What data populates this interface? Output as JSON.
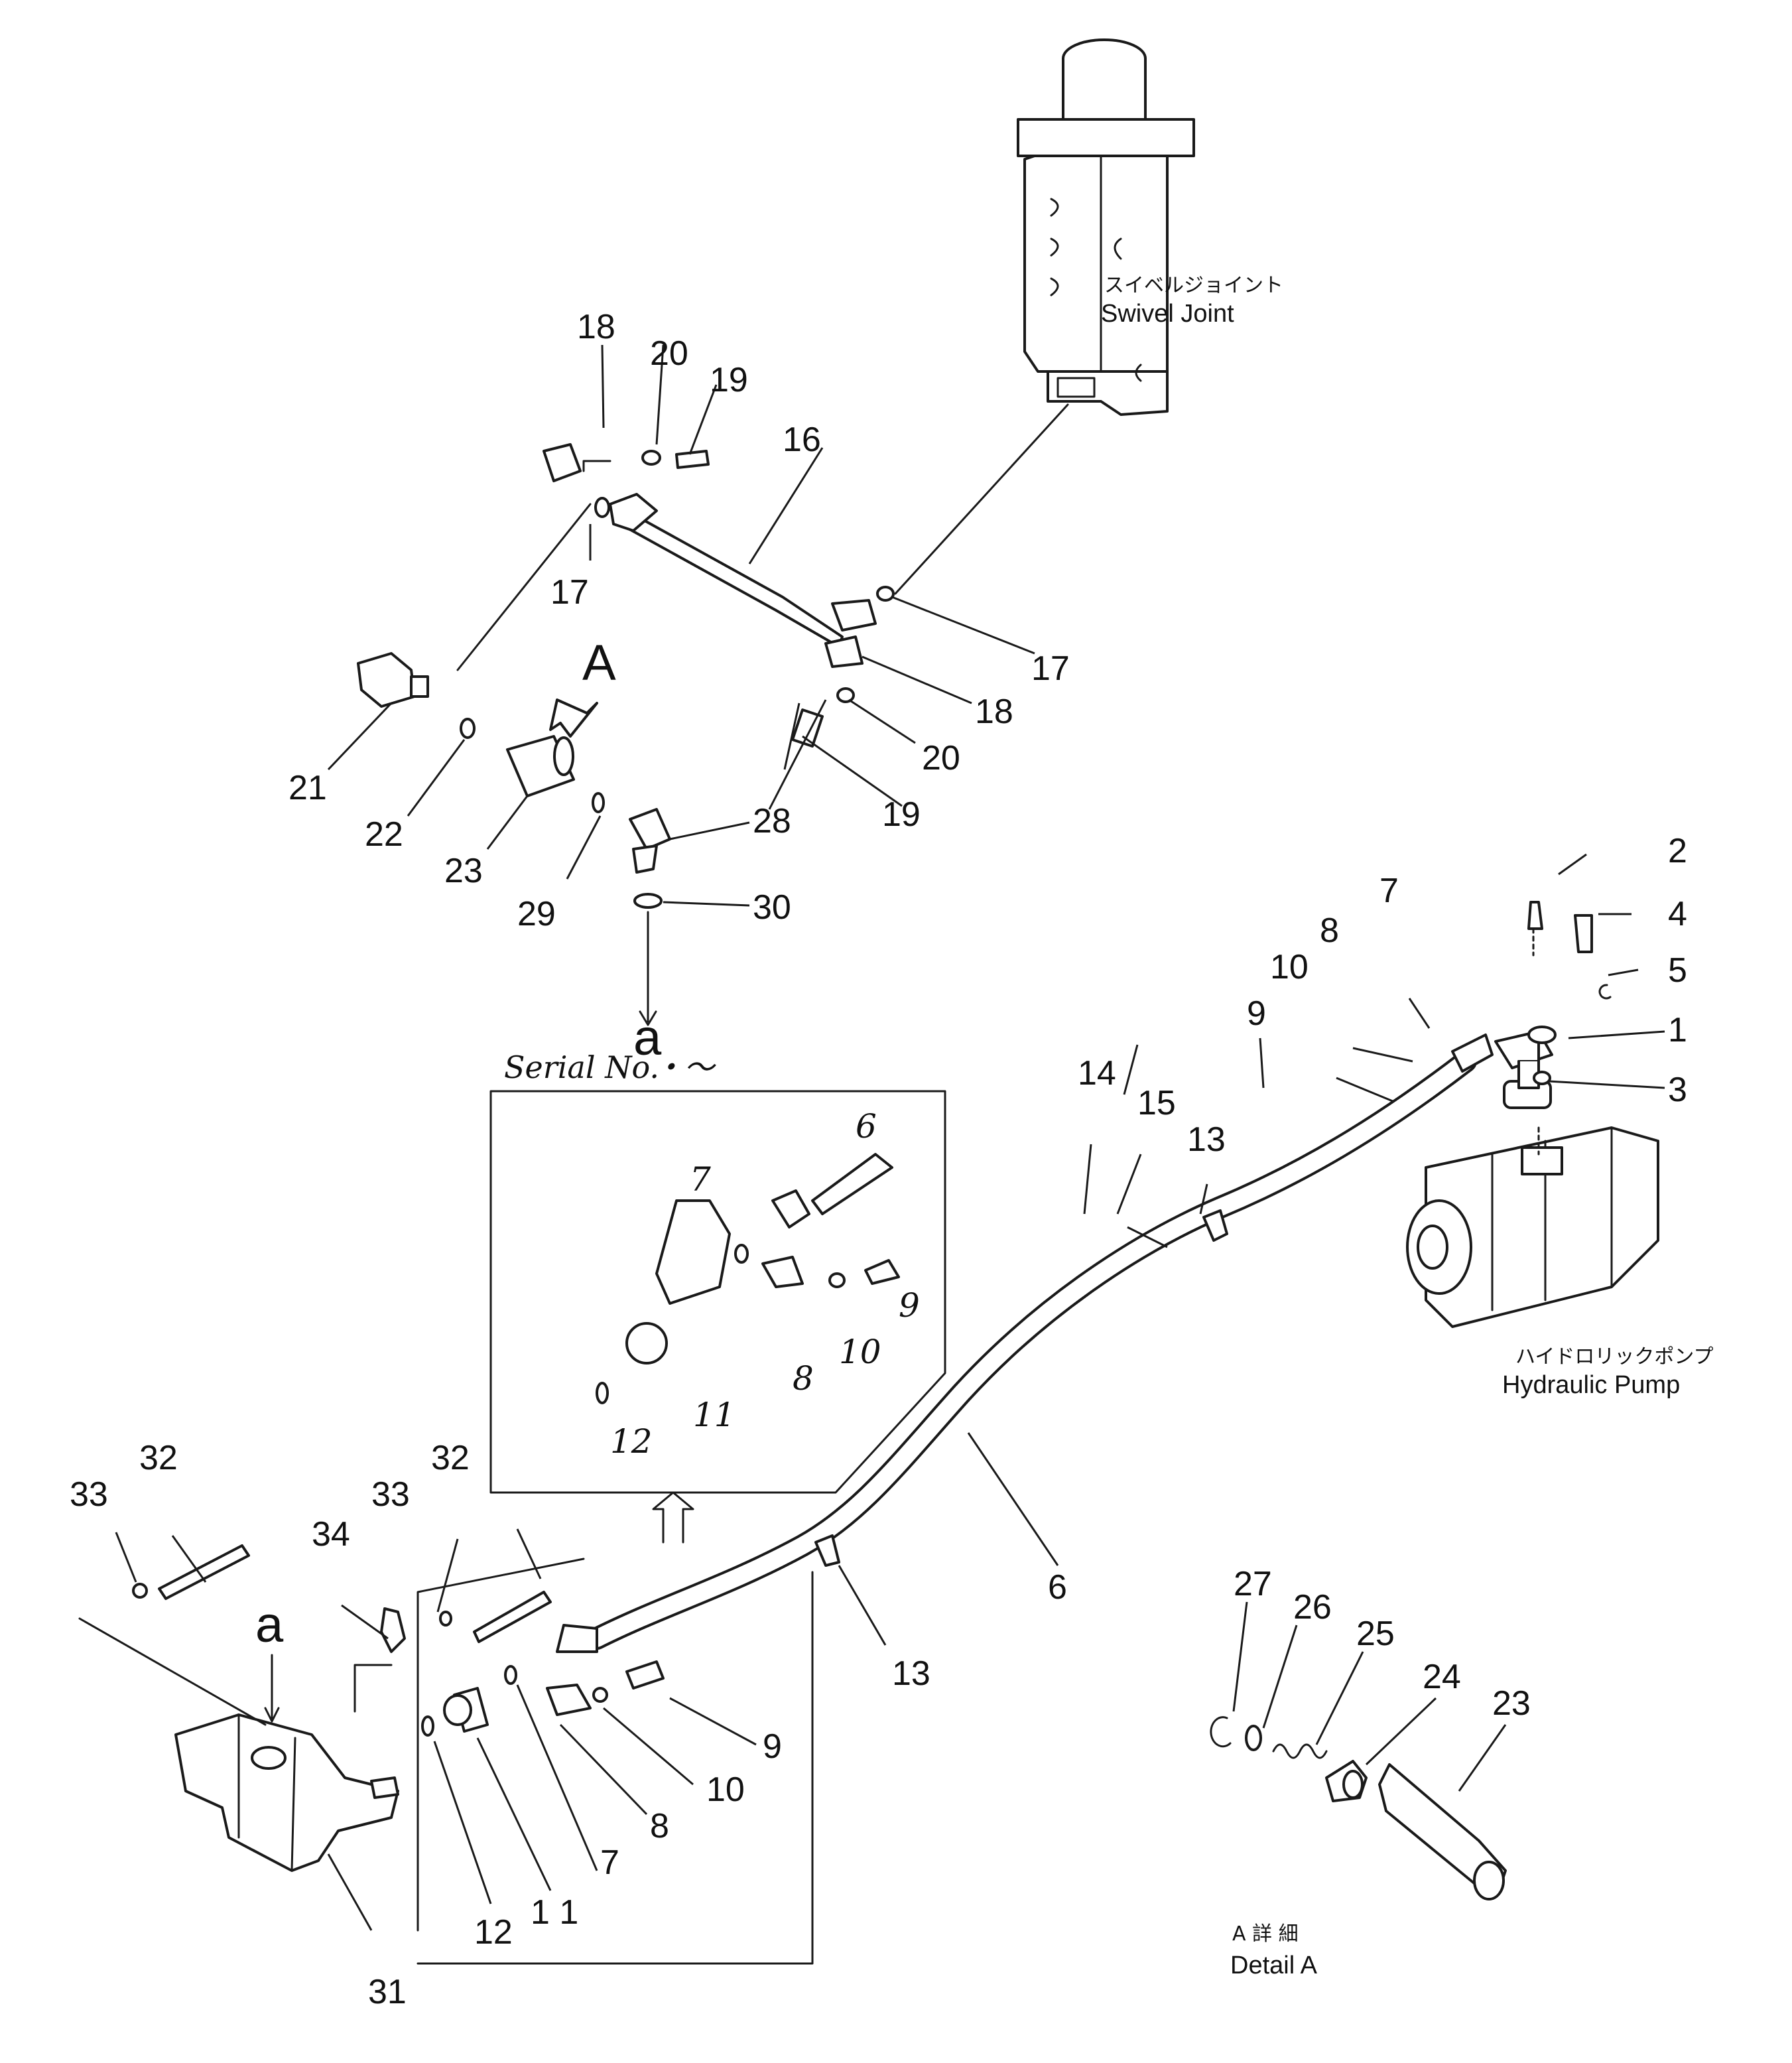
{
  "components": {
    "swivel_joint": {
      "label_jp": "スイベルジョイント",
      "label_en": "Swivel  Joint"
    },
    "hydraulic_pump": {
      "label_jp": "ハイドロリックポンプ",
      "label_en": "Hydraulic  Pump"
    },
    "detail_a": {
      "label_jp": "A  詳  細",
      "label_en": "Detail  A"
    }
  },
  "markers": {
    "view_a": "A",
    "connection_a_top": "a",
    "connection_a_valve": "a"
  },
  "inset": {
    "serial_label": "Serial No.",
    "serial_value": "・～",
    "part_numbers": [
      "6",
      "7",
      "9",
      "10",
      "8",
      "11",
      "12"
    ]
  },
  "part_numbers": {
    "p1": "1",
    "p2": "2",
    "p3": "3",
    "p4": "4",
    "p5": "5",
    "p6": "6",
    "p7a": "7",
    "p7b": "7",
    "p8a": "8",
    "p8b": "8",
    "p9a": "9",
    "p9b": "9",
    "p10a": "10",
    "p10b": "10",
    "p11": "1 1",
    "p12": "12",
    "p13a": "13",
    "p13b": "13",
    "p14": "14",
    "p15": "15",
    "p16": "16",
    "p17a": "17",
    "p17b": "17",
    "p18a": "18",
    "p18b": "18",
    "p19a": "19",
    "p19b": "19",
    "p20a": "20",
    "p20b": "20",
    "p21": "21",
    "p22": "22",
    "p23a": "23",
    "p23b": "23",
    "p24": "24",
    "p25": "25",
    "p26": "26",
    "p27": "27",
    "p28": "28",
    "p29": "29",
    "p30": "30",
    "p31": "31",
    "p32a": "32",
    "p32b": "32",
    "p33a": "33",
    "p33b": "33",
    "p34": "34"
  }
}
